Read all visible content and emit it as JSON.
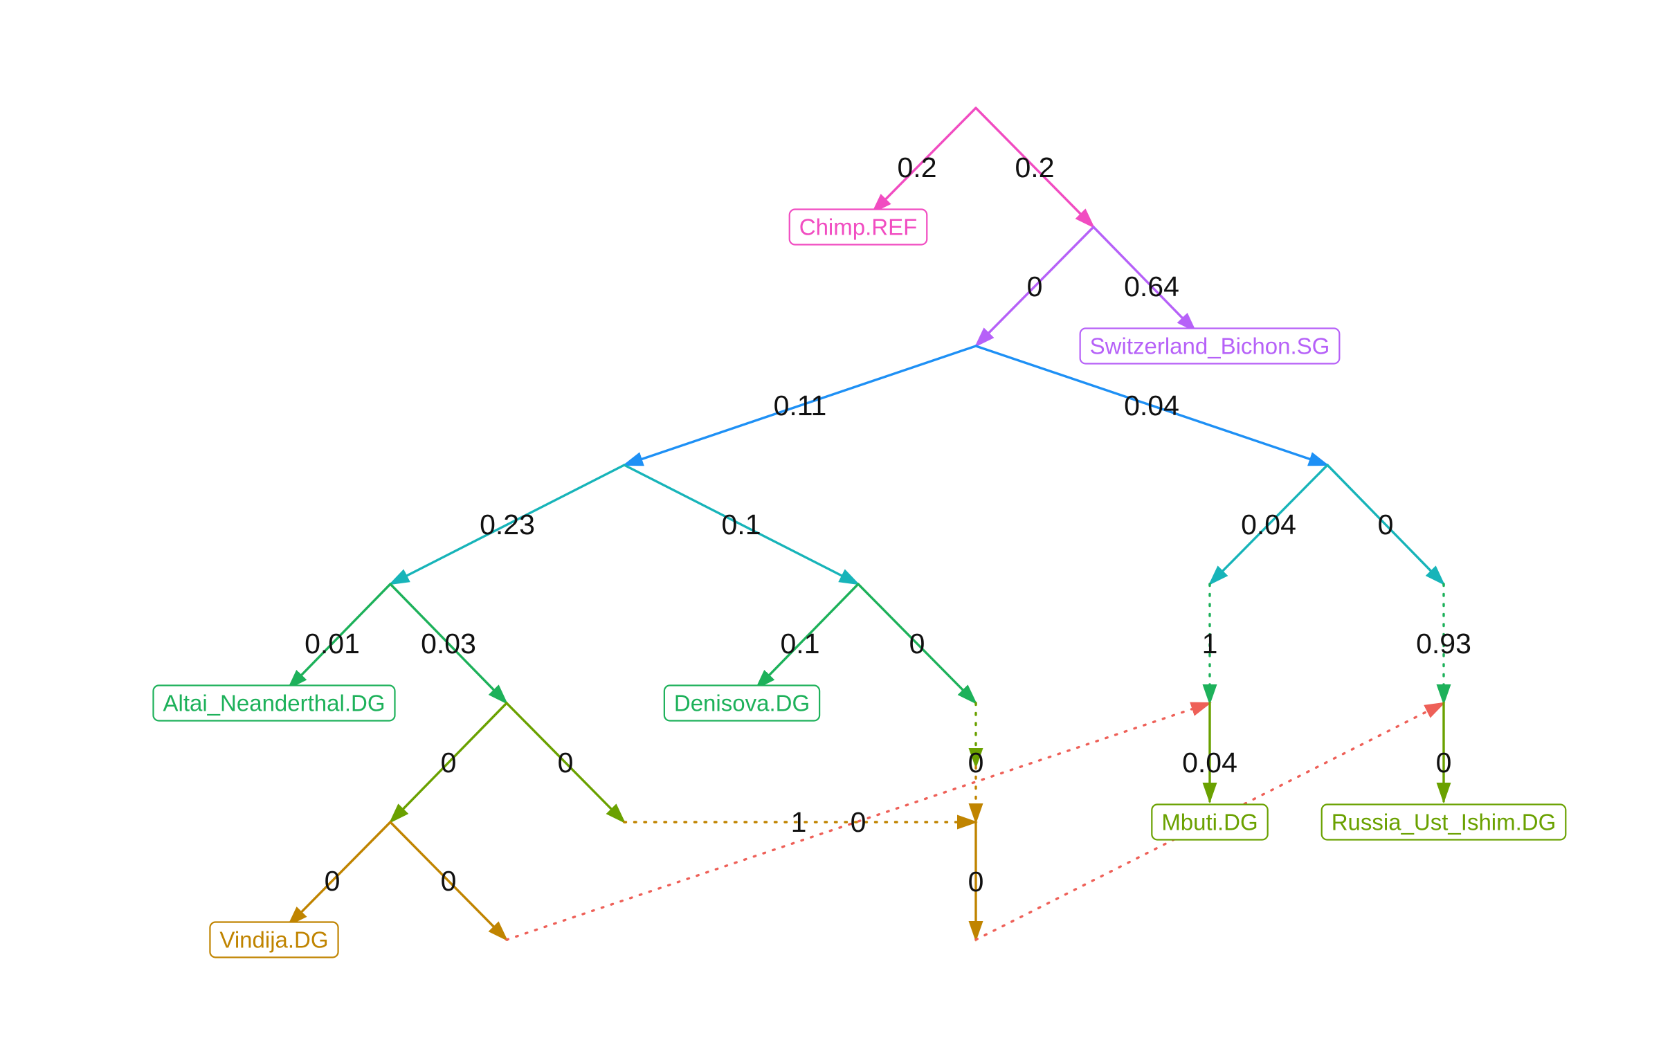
{
  "colors": {
    "root_drift": "#f14cc1",
    "outgroup_split": "#b661f8",
    "archaic_modern_split": "#1e90f5",
    "archaic": "#17b4b9",
    "modern": "#17b4b9",
    "hominin": "#1db15a",
    "neanderthal": "#6aa100",
    "vindija": "#c08400",
    "admixture": "#ee6058"
  },
  "nodes": [
    {
      "id": "root"
    },
    {
      "id": "n_out"
    },
    {
      "id": "n_human"
    },
    {
      "id": "n_archaic"
    },
    {
      "id": "n_modern"
    },
    {
      "id": "n_nean"
    },
    {
      "id": "n_deni"
    },
    {
      "id": "n_nean2"
    },
    {
      "id": "n_vind"
    },
    {
      "id": "n_vindsrc"
    },
    {
      "id": "n_nsrc"
    },
    {
      "id": "n_deni_end"
    },
    {
      "id": "n_gh_mid"
    },
    {
      "id": "n_ghost"
    },
    {
      "id": "n_m1"
    },
    {
      "id": "n_m2"
    },
    {
      "id": "n_m1b"
    },
    {
      "id": "n_m2b"
    },
    {
      "id": "Chimp.REF",
      "leaf": true,
      "label": "Chimp.REF",
      "color": "root_drift"
    },
    {
      "id": "Switzerland_Bichon.SG",
      "leaf": true,
      "label": "Switzerland_Bichon.SG",
      "color": "outgroup_split"
    },
    {
      "id": "Altai_Neanderthal.DG",
      "leaf": true,
      "label": "Altai_Neanderthal.DG",
      "color": "hominin"
    },
    {
      "id": "Denisova.DG",
      "leaf": true,
      "label": "Denisova.DG",
      "color": "hominin"
    },
    {
      "id": "Vindija.DG",
      "leaf": true,
      "label": "Vindija.DG",
      "color": "vindija"
    },
    {
      "id": "Mbuti.DG",
      "leaf": true,
      "label": "Mbuti.DG",
      "color": "neanderthal"
    },
    {
      "id": "Russia_Ust_Ishim.DG",
      "leaf": true,
      "label": "Russia_Ust_Ishim.DG",
      "color": "neanderthal"
    }
  ],
  "edges": [
    {
      "from": "root",
      "to": "Chimp.REF",
      "weight": "0.2",
      "color": "root_drift",
      "type": "drift"
    },
    {
      "from": "root",
      "to": "n_out",
      "weight": "0.2",
      "color": "root_drift",
      "type": "drift"
    },
    {
      "from": "n_out",
      "to": "n_human",
      "weight": "0",
      "color": "outgroup_split",
      "type": "drift"
    },
    {
      "from": "n_out",
      "to": "Switzerland_Bichon.SG",
      "weight": "0.64",
      "color": "outgroup_split",
      "type": "drift"
    },
    {
      "from": "n_human",
      "to": "n_archaic",
      "weight": "0.11",
      "color": "archaic_modern_split",
      "type": "drift"
    },
    {
      "from": "n_human",
      "to": "n_modern",
      "weight": "0.04",
      "color": "archaic_modern_split",
      "type": "drift"
    },
    {
      "from": "n_archaic",
      "to": "n_nean",
      "weight": "0.23",
      "color": "archaic",
      "type": "drift"
    },
    {
      "from": "n_archaic",
      "to": "n_deni",
      "weight": "0.1",
      "color": "archaic",
      "type": "drift"
    },
    {
      "from": "n_modern",
      "to": "n_m1",
      "weight": "0.04",
      "color": "modern",
      "type": "drift"
    },
    {
      "from": "n_modern",
      "to": "n_m2",
      "weight": "0",
      "color": "modern",
      "type": "drift"
    },
    {
      "from": "n_nean",
      "to": "Altai_Neanderthal.DG",
      "weight": "0.01",
      "color": "hominin",
      "type": "drift"
    },
    {
      "from": "n_nean",
      "to": "n_nean2",
      "weight": "0.03",
      "color": "hominin",
      "type": "drift"
    },
    {
      "from": "n_deni",
      "to": "Denisova.DG",
      "weight": "0.1",
      "color": "hominin",
      "type": "drift"
    },
    {
      "from": "n_deni",
      "to": "n_deni_end",
      "weight": "0",
      "color": "hominin",
      "type": "drift"
    },
    {
      "from": "n_nean2",
      "to": "n_vind",
      "weight": "0",
      "color": "neanderthal",
      "type": "drift"
    },
    {
      "from": "n_nean2",
      "to": "n_nsrc",
      "weight": "0",
      "color": "neanderthal",
      "type": "drift"
    },
    {
      "from": "n_vind",
      "to": "Vindija.DG",
      "weight": "0",
      "color": "vindija",
      "type": "drift"
    },
    {
      "from": "n_vind",
      "to": "n_vindsrc",
      "weight": "0",
      "color": "vindija",
      "type": "drift"
    },
    {
      "from": "n_deni_end",
      "to": "n_gh_mid",
      "weight": "0",
      "color": "neanderthal",
      "type": "admixture"
    },
    {
      "from": "n_nsrc",
      "to": "n_ghost",
      "weight": "1",
      "color": "vindija",
      "type": "admixture"
    },
    {
      "from": "n_gh_mid",
      "to": "n_ghost",
      "weight": "0",
      "color": "vindija",
      "type": "admixture"
    },
    {
      "from": "n_ghost",
      "to": "n_ghost_end",
      "weight": "0",
      "color": "vindija",
      "type": "drift"
    },
    {
      "from": "n_m1",
      "to": "n_m1b",
      "weight": "1",
      "color": "hominin",
      "type": "admixture"
    },
    {
      "from": "n_m2",
      "to": "n_m2b",
      "weight": "0.93",
      "color": "hominin",
      "type": "admixture"
    },
    {
      "from": "n_vindsrc",
      "to": "n_m1b",
      "weight": "",
      "color": "admixture",
      "type": "admixture"
    },
    {
      "from": "n_ghost_end",
      "to": "n_m2b",
      "weight": "",
      "color": "admixture",
      "type": "admixture"
    },
    {
      "from": "n_m1b",
      "to": "Mbuti.DG",
      "weight": "0.04",
      "color": "neanderthal",
      "type": "drift"
    },
    {
      "from": "n_m2b",
      "to": "Russia_Ust_Ishim.DG",
      "weight": "0",
      "color": "neanderthal",
      "type": "drift"
    }
  ]
}
